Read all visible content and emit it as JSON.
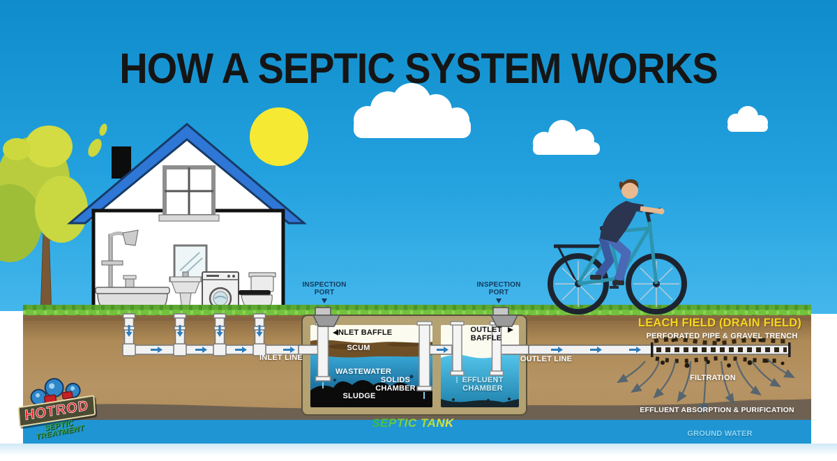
{
  "title": "HOW A SEPTIC SYSTEM WORKS",
  "septic_tank": {
    "inspection_port_left": {
      "line1": "INSPECTION",
      "line2": "PORT"
    },
    "inspection_port_right": {
      "line1": "INSPECTION",
      "line2": "PORT"
    },
    "inlet_baffle": "INLET BAFFLE",
    "scum": "SCUM",
    "wastewater": "WASTEWATER",
    "solids_chamber": {
      "line1": "SOLIDS",
      "line2": "CHAMBER"
    },
    "sludge": "SLUDGE",
    "outlet_baffle": {
      "line1": "OUTLET",
      "line2": "BAFFLE"
    },
    "effluent_chamber": {
      "line1": "EFFLUENT",
      "line2": "CHAMBER"
    },
    "caption": "SEPTIC TANK"
  },
  "pipes": {
    "inlet_line": "INLET LINE",
    "outlet_line": "OUTLET LINE"
  },
  "leach_field": {
    "title": "LEACH FIELD (DRAIN FIELD)",
    "subtitle": "PERFORATED PIPE & GRAVEL TRENCH",
    "filtration": "FILTRATION",
    "absorption": "EFFLUENT ABSORPTION & PURIFICATION",
    "ground_water": "GROUND WATER"
  },
  "logo": {
    "brand": "HOTROD",
    "line1": "SEPTIC",
    "line2": "TREATMENT"
  },
  "colors": {
    "sky_top": "#0f8ccb",
    "sky_bottom": "#45b7ec",
    "grass": "#73c23e",
    "soil": "#b79465",
    "ground_water": "#2095d3",
    "leach_title_yellow": "#f4d520",
    "septic_caption_green": "#2eb84a",
    "septic_caption_yellow": "#efe63a",
    "logo_red": "#d8262b",
    "logo_green": "#35a257"
  }
}
